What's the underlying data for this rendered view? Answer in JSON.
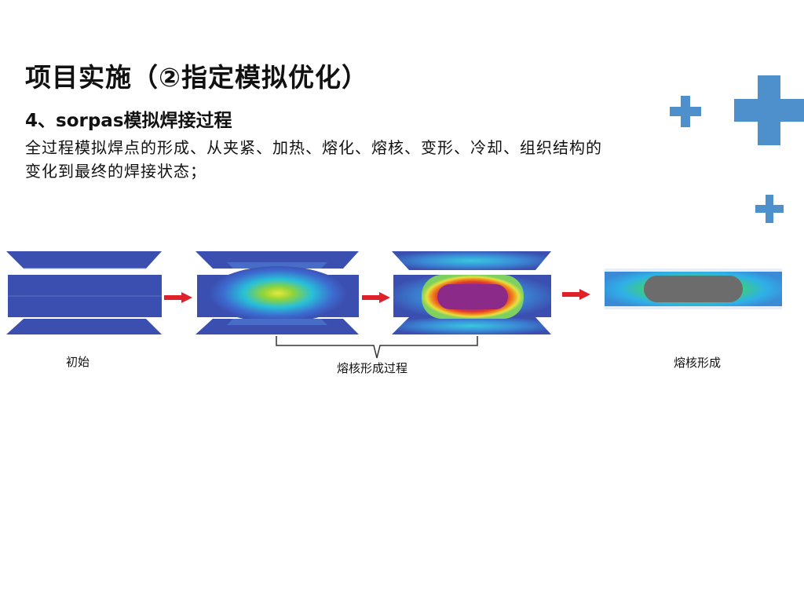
{
  "page": {
    "title": "项目实施（②指定模拟优化）",
    "subtitle": "4、sorpas模拟焊接过程",
    "description_lines": [
      "全过程模拟焊点的形成、从夹紧、加热、熔化、熔核、变形、冷却、组织结构的",
      "变化到最终的焊接状态；"
    ]
  },
  "figure": {
    "frames": [
      {
        "label": "初始"
      },
      {
        "label": ""
      },
      {
        "label": ""
      },
      {
        "label": "熔核形成"
      }
    ],
    "brace_label": "熔核形成过程"
  },
  "colors": {
    "plate_blue": "#3b4fb0",
    "accent_plus": "#4e90cc",
    "arrow_red": "#e0202a",
    "nugget_gray": "#6c6c6c"
  },
  "icons": [
    "plus-icon",
    "arrow-right-icon"
  ]
}
